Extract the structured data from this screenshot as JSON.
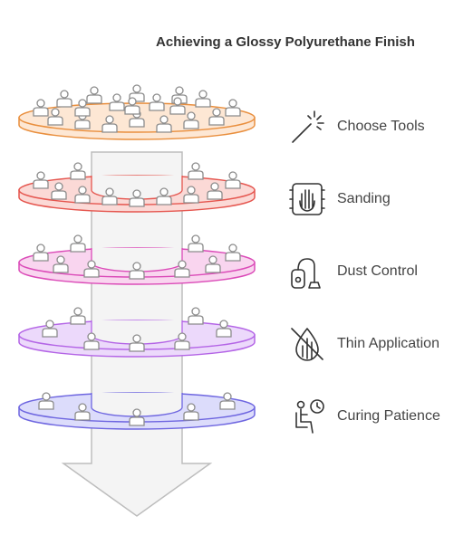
{
  "title": "Achieving a Glossy Polyurethane Finish",
  "steps": [
    {
      "label": "Choose Tools",
      "icon": "magic-wand-icon",
      "fill": "#fde7d4",
      "stroke": "#e98f3e"
    },
    {
      "label": "Sanding",
      "icon": "sanding-hand-icon",
      "fill": "#fbd9d6",
      "stroke": "#e5564f"
    },
    {
      "label": "Dust Control",
      "icon": "vacuum-cleaner-icon",
      "fill": "#f9d5ef",
      "stroke": "#db4bb8"
    },
    {
      "label": "Thin Application",
      "icon": "no-drop-icon",
      "fill": "#ecd9fb",
      "stroke": "#b465e6"
    },
    {
      "label": "Curing Patience",
      "icon": "waiting-clock-icon",
      "fill": "#dcdcfb",
      "stroke": "#6e66e0"
    }
  ],
  "colors": {
    "column": "#f4f4f4",
    "column_stroke": "#bdbdbd",
    "people": "#8c8c8c"
  }
}
